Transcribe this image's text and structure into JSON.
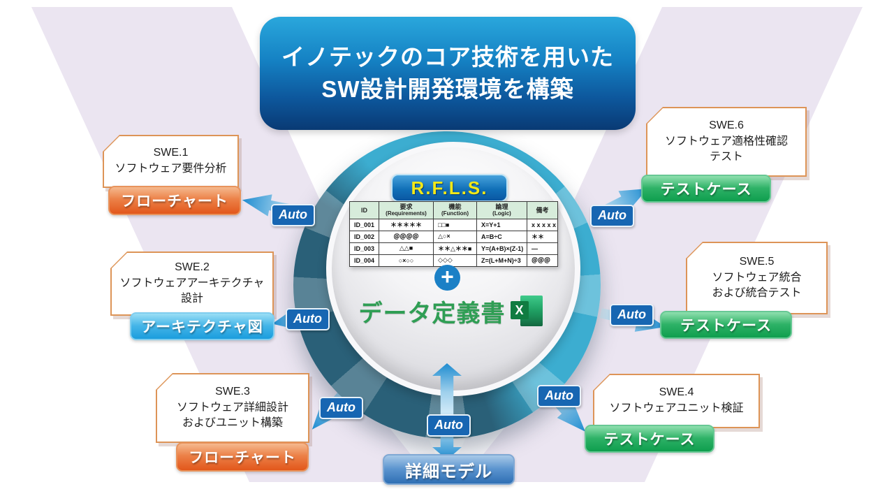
{
  "title": {
    "line1": "イノテックのコア技術を用いた",
    "line2": "SW設計開発環境を構築"
  },
  "auto_label": "Auto",
  "center": {
    "badge": "R.F.L.S.",
    "plus_sign": "+",
    "data_doc": "データ定義書",
    "excel_letter": "X",
    "table": {
      "col_id": "ID",
      "col_req": "要求",
      "col_req_sub": "(Requirements)",
      "col_func": "機能",
      "col_func_sub": "(Function)",
      "col_logic": "論理",
      "col_logic_sub": "(Logic)",
      "col_note": "備考",
      "rows": [
        [
          "ID_001",
          "＊＊＊＊＊",
          "□□■",
          "X=Y+1",
          "x x x x x"
        ],
        [
          "ID_002",
          "＠＠＠＠",
          "△○×",
          "A=B÷C",
          "＊＊"
        ],
        [
          "ID_003",
          "△△■",
          "＊＊△＊＊■",
          "Y=(A+B)×(Z-1)",
          "―"
        ],
        [
          "ID_004",
          "○×○○",
          "◇◇◇",
          "Z=(L+M+N)÷3",
          "＠＠＠"
        ]
      ]
    }
  },
  "processes": {
    "swe1": {
      "title": "SWE.1",
      "line2": "ソフトウェア要件分析",
      "artifact": "フローチャート"
    },
    "swe2": {
      "title": "SWE.2",
      "line2": "ソフトウェアアーキテクチャ",
      "line3": "設計",
      "artifact": "アーキテクチャ図"
    },
    "swe3": {
      "title": "SWE.3",
      "line2": "ソフトウェア詳細設計",
      "line3": "およびユニット構築",
      "artifact": "フローチャート"
    },
    "swe4": {
      "title": "SWE.4",
      "line2": "ソフトウェアユニット検証",
      "artifact": "テストケース"
    },
    "swe5": {
      "title": "SWE.5",
      "line2": "ソフトウェア統合",
      "line3": "および統合テスト",
      "artifact": "テストケース"
    },
    "swe6": {
      "title": "SWE.6",
      "line2": "ソフトウェア適格性確認",
      "line3": "テスト",
      "artifact": "テストケース"
    }
  },
  "bottom_artifact": "詳細モデル",
  "colors": {
    "ring_cyan": "#3cadd0",
    "ring_teal": "#2a6078",
    "tag_orange": "#e2571b",
    "tag_green": "#0f9e4e",
    "tag_light_blue": "#1a9ddd",
    "tag_blue": "#2f6fb4",
    "badge_yellow": "#f2e818",
    "doc_text_green": "#2f9e54",
    "excel_green": "#107c41",
    "auto_blue": "#1766b2",
    "band_lavender": "#ebe5f1"
  }
}
